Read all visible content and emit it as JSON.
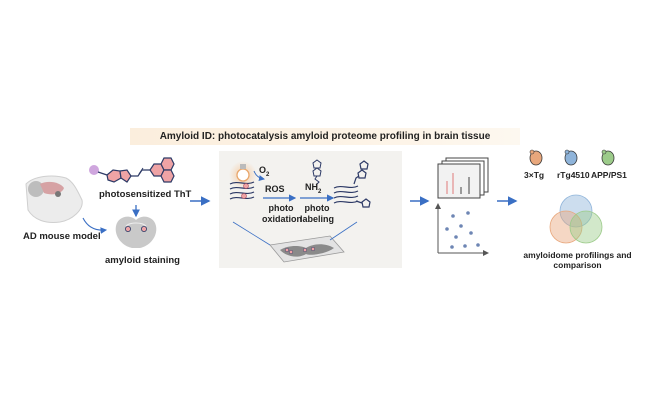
{
  "banner": {
    "title": "Amyloid ID: photocatalysis amyloid proteome profiling in brain tissue"
  },
  "left": {
    "mouse_label": "AD mouse model",
    "probe_label": "photosensitized ThT",
    "staining_label": "amyloid staining"
  },
  "middle": {
    "o2": "O",
    "o2_sub": "2",
    "ros": "ROS",
    "nh2": "NH",
    "nh2_sub": "2",
    "step1_line1": "photo",
    "step1_line2": "oxidation",
    "step2_line1": "photo",
    "step2_line2": "labeling"
  },
  "right": {
    "models": [
      {
        "label": "3×Tg",
        "color": "#e8a77c"
      },
      {
        "label": "rTg4510",
        "color": "#8fb4da"
      },
      {
        "label": "APP/PS1",
        "color": "#9ccb8a"
      }
    ],
    "summary_line1": "amyloidome profilings and",
    "summary_line2": "comparison"
  },
  "colors": {
    "arrow": "#3a6fc4",
    "ring_fill": "#eea3a5",
    "ring_stroke": "#2d3a66",
    "photosensitizer": "#cfa6de",
    "dots": "#6e86b4"
  }
}
